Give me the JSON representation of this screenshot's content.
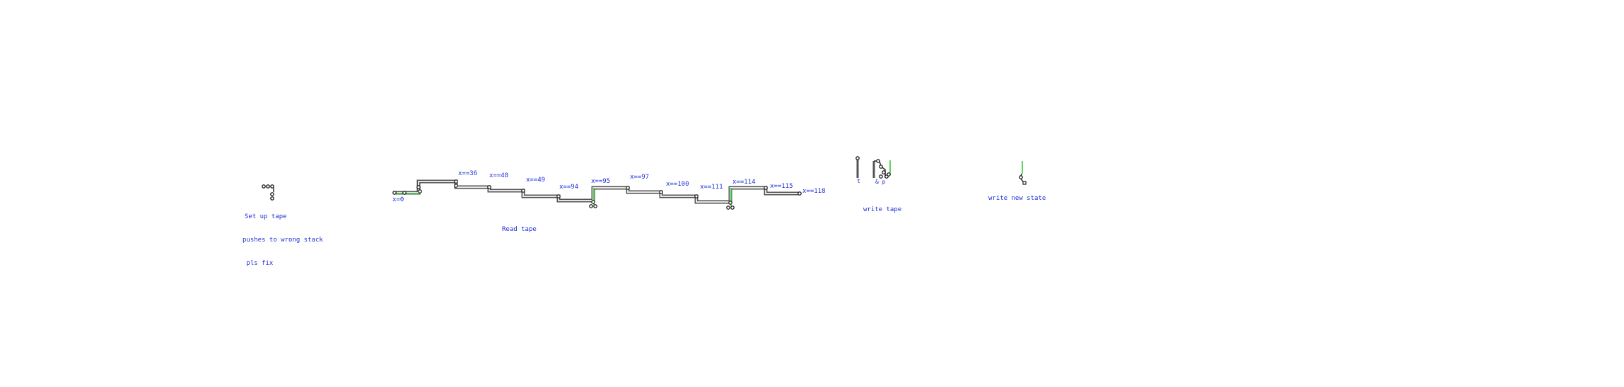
{
  "colors": {
    "text": "#1f2fd8",
    "wire": "#555555",
    "wire_fill": "#dcdcdc",
    "node": "#222222",
    "active_wire": "#36c836"
  },
  "sections": {
    "setup_note": [
      "Set up tape",
      "pushes to wrong stack",
      " pls fix"
    ],
    "read_tape": "Read tape",
    "write_tape": "write tape",
    "write_state": "write new state"
  },
  "read_labels": [
    "x=0",
    "x==36",
    "x==48",
    "x==49",
    "x==94",
    "x==95",
    "x==97",
    "x==100",
    "x==111",
    "x==114",
    "x==115",
    "x==118"
  ],
  "write_tape_marks": [
    "t",
    "& p"
  ]
}
